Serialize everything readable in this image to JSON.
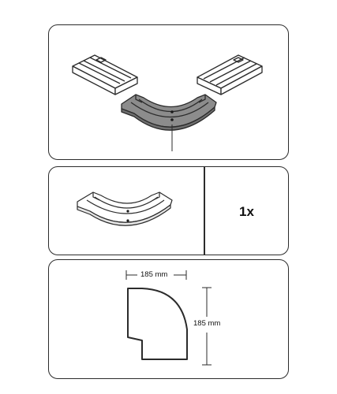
{
  "panels": {
    "assembly": {
      "caption": ""
    },
    "component": {
      "quantity": "1x"
    },
    "dimensions": {
      "width_label": "185 mm",
      "height_label": "185 mm"
    }
  },
  "colors": {
    "outline": "#2b2b2b",
    "corner_fill": "#8c8c8c",
    "part_fill": "#ffffff"
  }
}
